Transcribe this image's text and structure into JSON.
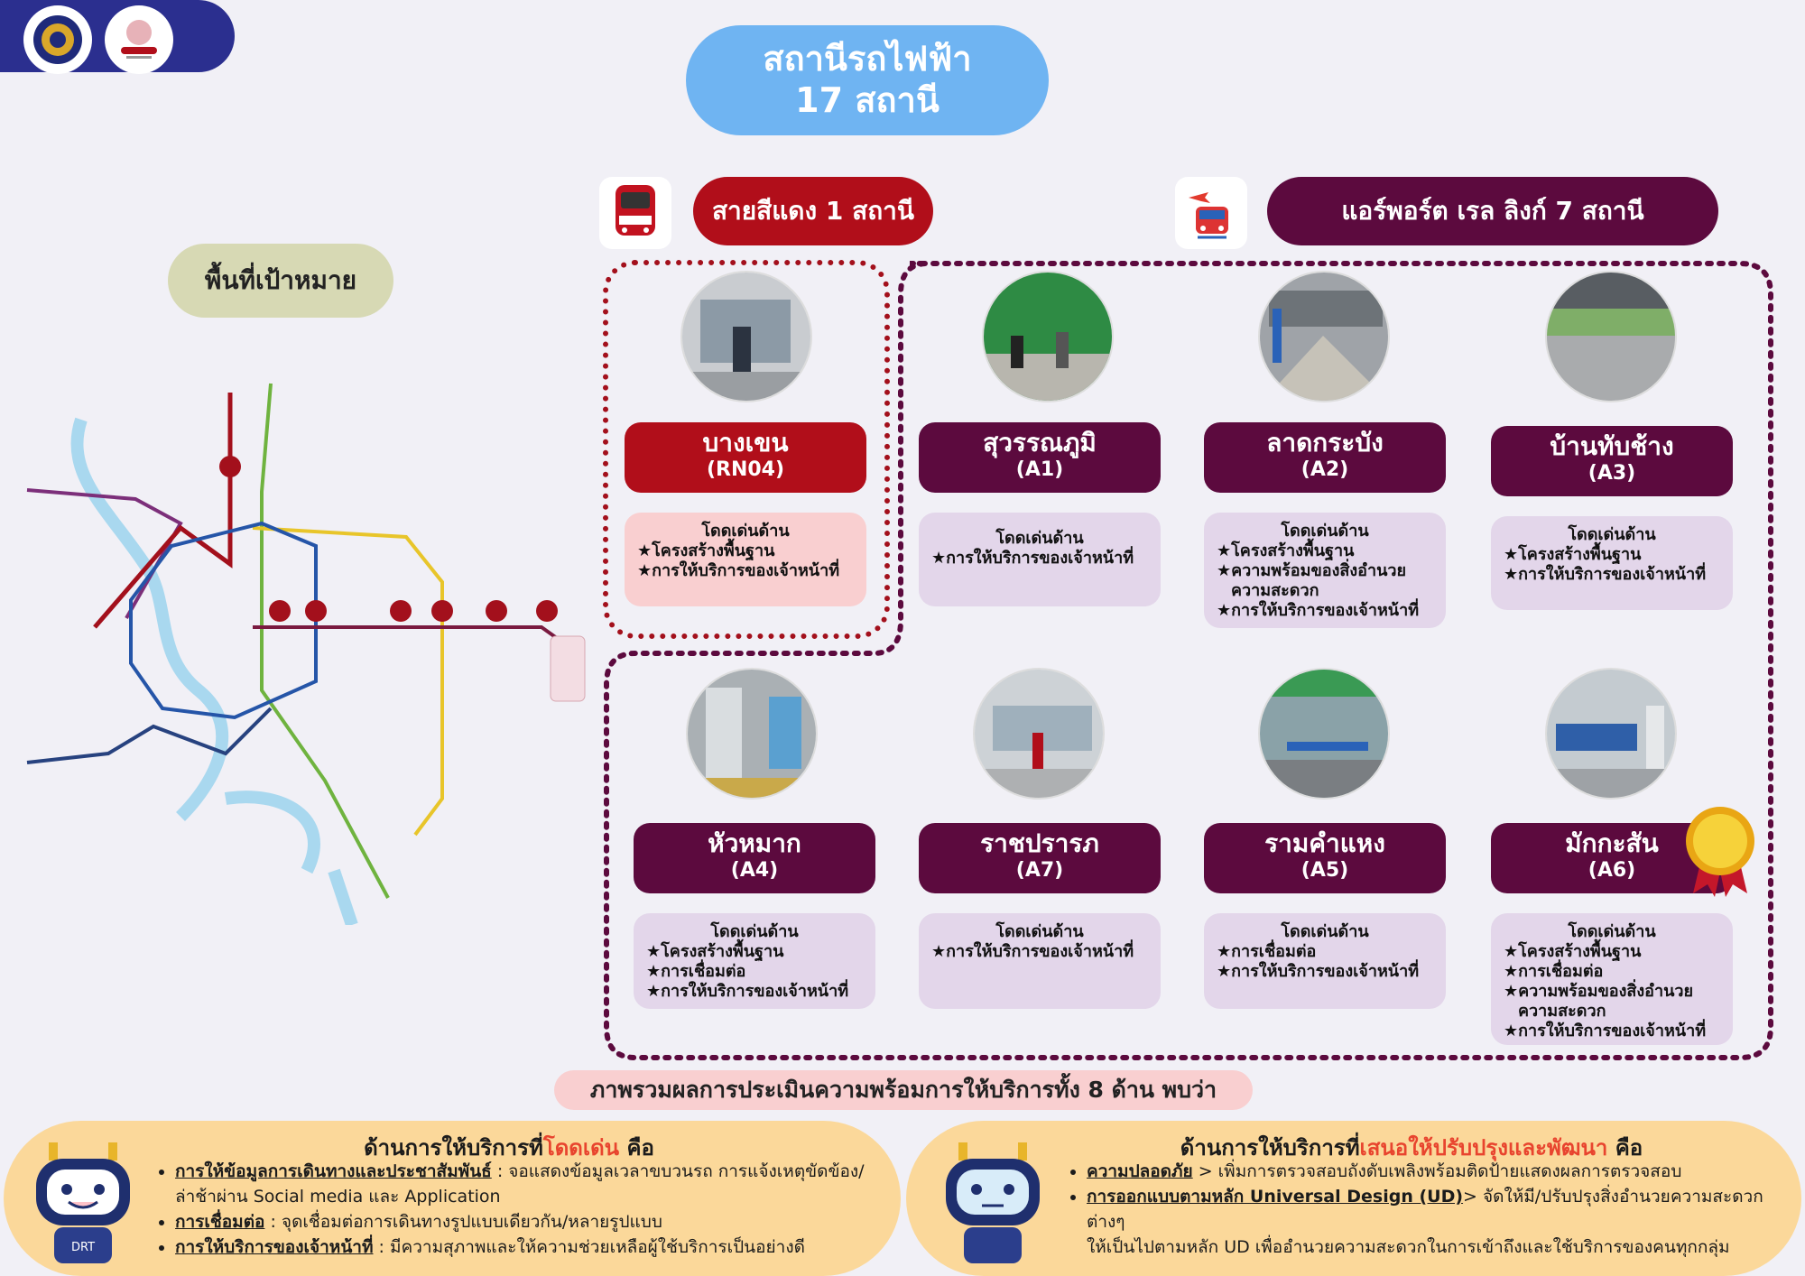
{
  "header": {
    "title_line1": "สถานีรถไฟฟ้า",
    "title_line2": "17 สถานี"
  },
  "lines": {
    "red": {
      "label": "สายสีแดง 1 สถานี",
      "color": "#b10e1a"
    },
    "airport": {
      "label": "แอร์พอร์ต เรล ลิงก์ 7 สถานี",
      "color": "#5c0a3e"
    }
  },
  "target_area": "พื้นที่เป้าหมาย",
  "stations": [
    {
      "name": "บางเขน",
      "code": "(RN04)",
      "header": "โดดเด่นด้าน",
      "items": [
        "★โครงสร้างพื้นฐาน",
        "★การให้บริการของเจ้าหน้าที่"
      ]
    },
    {
      "name": "สุวรรณภูมิ",
      "code": "(A1)",
      "header": "โดดเด่นด้าน",
      "items": [
        "★การให้บริการของเจ้าหน้าที่"
      ]
    },
    {
      "name": "ลาดกระบัง",
      "code": "(A2)",
      "header": "โดดเด่นด้าน",
      "items": [
        "★โครงสร้างพื้นฐาน",
        "★ความพร้อมของสิ่งอำนวย",
        "ความสะดวก",
        "★การให้บริการของเจ้าหน้าที่"
      ]
    },
    {
      "name": "บ้านทับช้าง",
      "code": "(A3)",
      "header": "โดดเด่นด้าน",
      "items": [
        "★โครงสร้างพื้นฐาน",
        "★การให้บริการของเจ้าหน้าที่"
      ]
    },
    {
      "name": "หัวหมาก",
      "code": "(A4)",
      "header": "โดดเด่นด้าน",
      "items": [
        "★โครงสร้างพื้นฐาน",
        "★การเชื่อมต่อ",
        "★การให้บริการของเจ้าหน้าที่"
      ]
    },
    {
      "name": "ราชปรารภ",
      "code": "(A7)",
      "header": "โดดเด่นด้าน",
      "items": [
        "★การให้บริการของเจ้าหน้าที่"
      ]
    },
    {
      "name": "รามคำแหง",
      "code": "(A5)",
      "header": "โดดเด่นด้าน",
      "items": [
        "★การเชื่อมต่อ",
        "★การให้บริการของเจ้าหน้าที่"
      ]
    },
    {
      "name": "มักกะสัน",
      "code": "(A6)",
      "header": "โดดเด่นด้าน",
      "items": [
        "★โครงสร้างพื้นฐาน",
        "★การเชื่อมต่อ",
        "★ความพร้อมของสิ่งอำนวย",
        "ความสะดวก",
        "★การให้บริการของเจ้าหน้าที่"
      ]
    }
  ],
  "summary": "ภาพรวมผลการประเมินความพร้อมการให้บริการทั้ง 8 ด้าน  พบว่า",
  "strengths": {
    "title_prefix": "ด้านการให้บริการที่",
    "title_highlight": "โดดเด่น",
    "title_suffix": " คือ",
    "items": [
      {
        "topic": "การให้ข้อมูลการเดินทางและประชาสัมพันธ์",
        "text": " : จอแสดงข้อมูลเวลาขบวนรถ การแจ้งเหตุขัดข้อง/"
      },
      {
        "topic": "",
        "text": "ล่าช้าผ่าน Social media และ Application"
      },
      {
        "topic": "การเชื่อมต่อ",
        "text": " : จุดเชื่อมต่อการเดินทางรูปแบบเดียวกัน/หลายรูปแบบ"
      },
      {
        "topic": "การให้บริการของเจ้าหน้าที่",
        "text": " : มีความสุภาพและให้ความช่วยเหลือผู้ใช้บริการเป็นอย่างดี"
      }
    ]
  },
  "improvements": {
    "title_prefix": "ด้านการให้บริการที่",
    "title_highlight": "เสนอให้ปรับปรุงและพัฒนา",
    "title_suffix": " คือ",
    "items": [
      {
        "topic": "ความปลอดภัย",
        "text": " > เพิ่มการตรวจสอบถังดับเพลิงพร้อมติดป้ายแสดงผลการตรวจสอบ"
      },
      {
        "topic": "การออกแบบตามหลัก Universal Design (UD)",
        "text": "> จัดให้มี/ปรับปรุงสิ่งอำนวยความสะดวกต่างๆ"
      },
      {
        "topic": "",
        "text": "ให้เป็นไปตามหลัก UD เพื่ออำนวยความสะดวกในการเข้าถึงและใช้บริการของคนทุกกลุ่ม"
      }
    ]
  },
  "mascot_badge": "DRT",
  "colors": {
    "red_line": "#b10e1a",
    "airport_line": "#5c0a3e",
    "red_box": "#f9cfd0",
    "airport_box": "#e3d6ea",
    "title_blue": "#6fb4f2",
    "panel_orange": "#fbd89a",
    "highlight_red": "#e8442e"
  }
}
